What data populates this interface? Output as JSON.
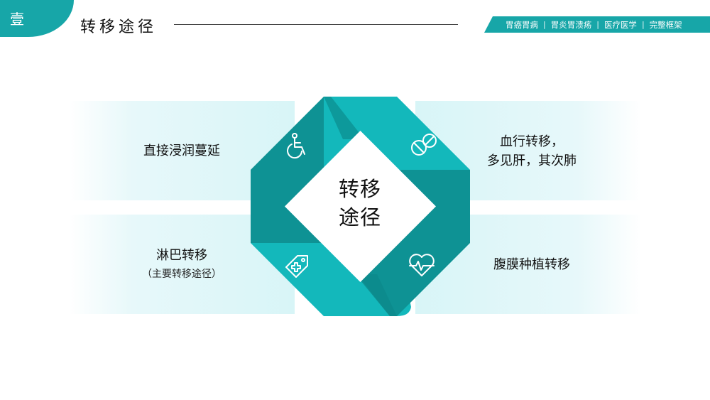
{
  "header": {
    "badge": "壹",
    "title": "转移途径",
    "ribbon": [
      "胃癌胃病",
      "胃炎胃溃疡",
      "医疗医学",
      "完整框架"
    ],
    "ribbon_separator": "|"
  },
  "center": {
    "line1": "转移",
    "line2": "途径",
    "icons": [
      "wheelchair-icon",
      "pills-icon",
      "price-tag-medical-icon",
      "heart-pulse-icon"
    ]
  },
  "panels": {
    "top_left": {
      "text": "直接浸润蔓延"
    },
    "top_right": {
      "line1": "血行转移，",
      "line2": "多见肝，其次肺"
    },
    "bottom_left": {
      "line1": "淋巴转移",
      "line2": "（主要转移途径）"
    },
    "bottom_right": {
      "text": "腹膜种植转移"
    }
  },
  "colors": {
    "teal_dark": "#0e9294",
    "teal_light": "#13b8bb",
    "accent": "#17a6a8",
    "panel_bg": "#dcf5f7"
  }
}
